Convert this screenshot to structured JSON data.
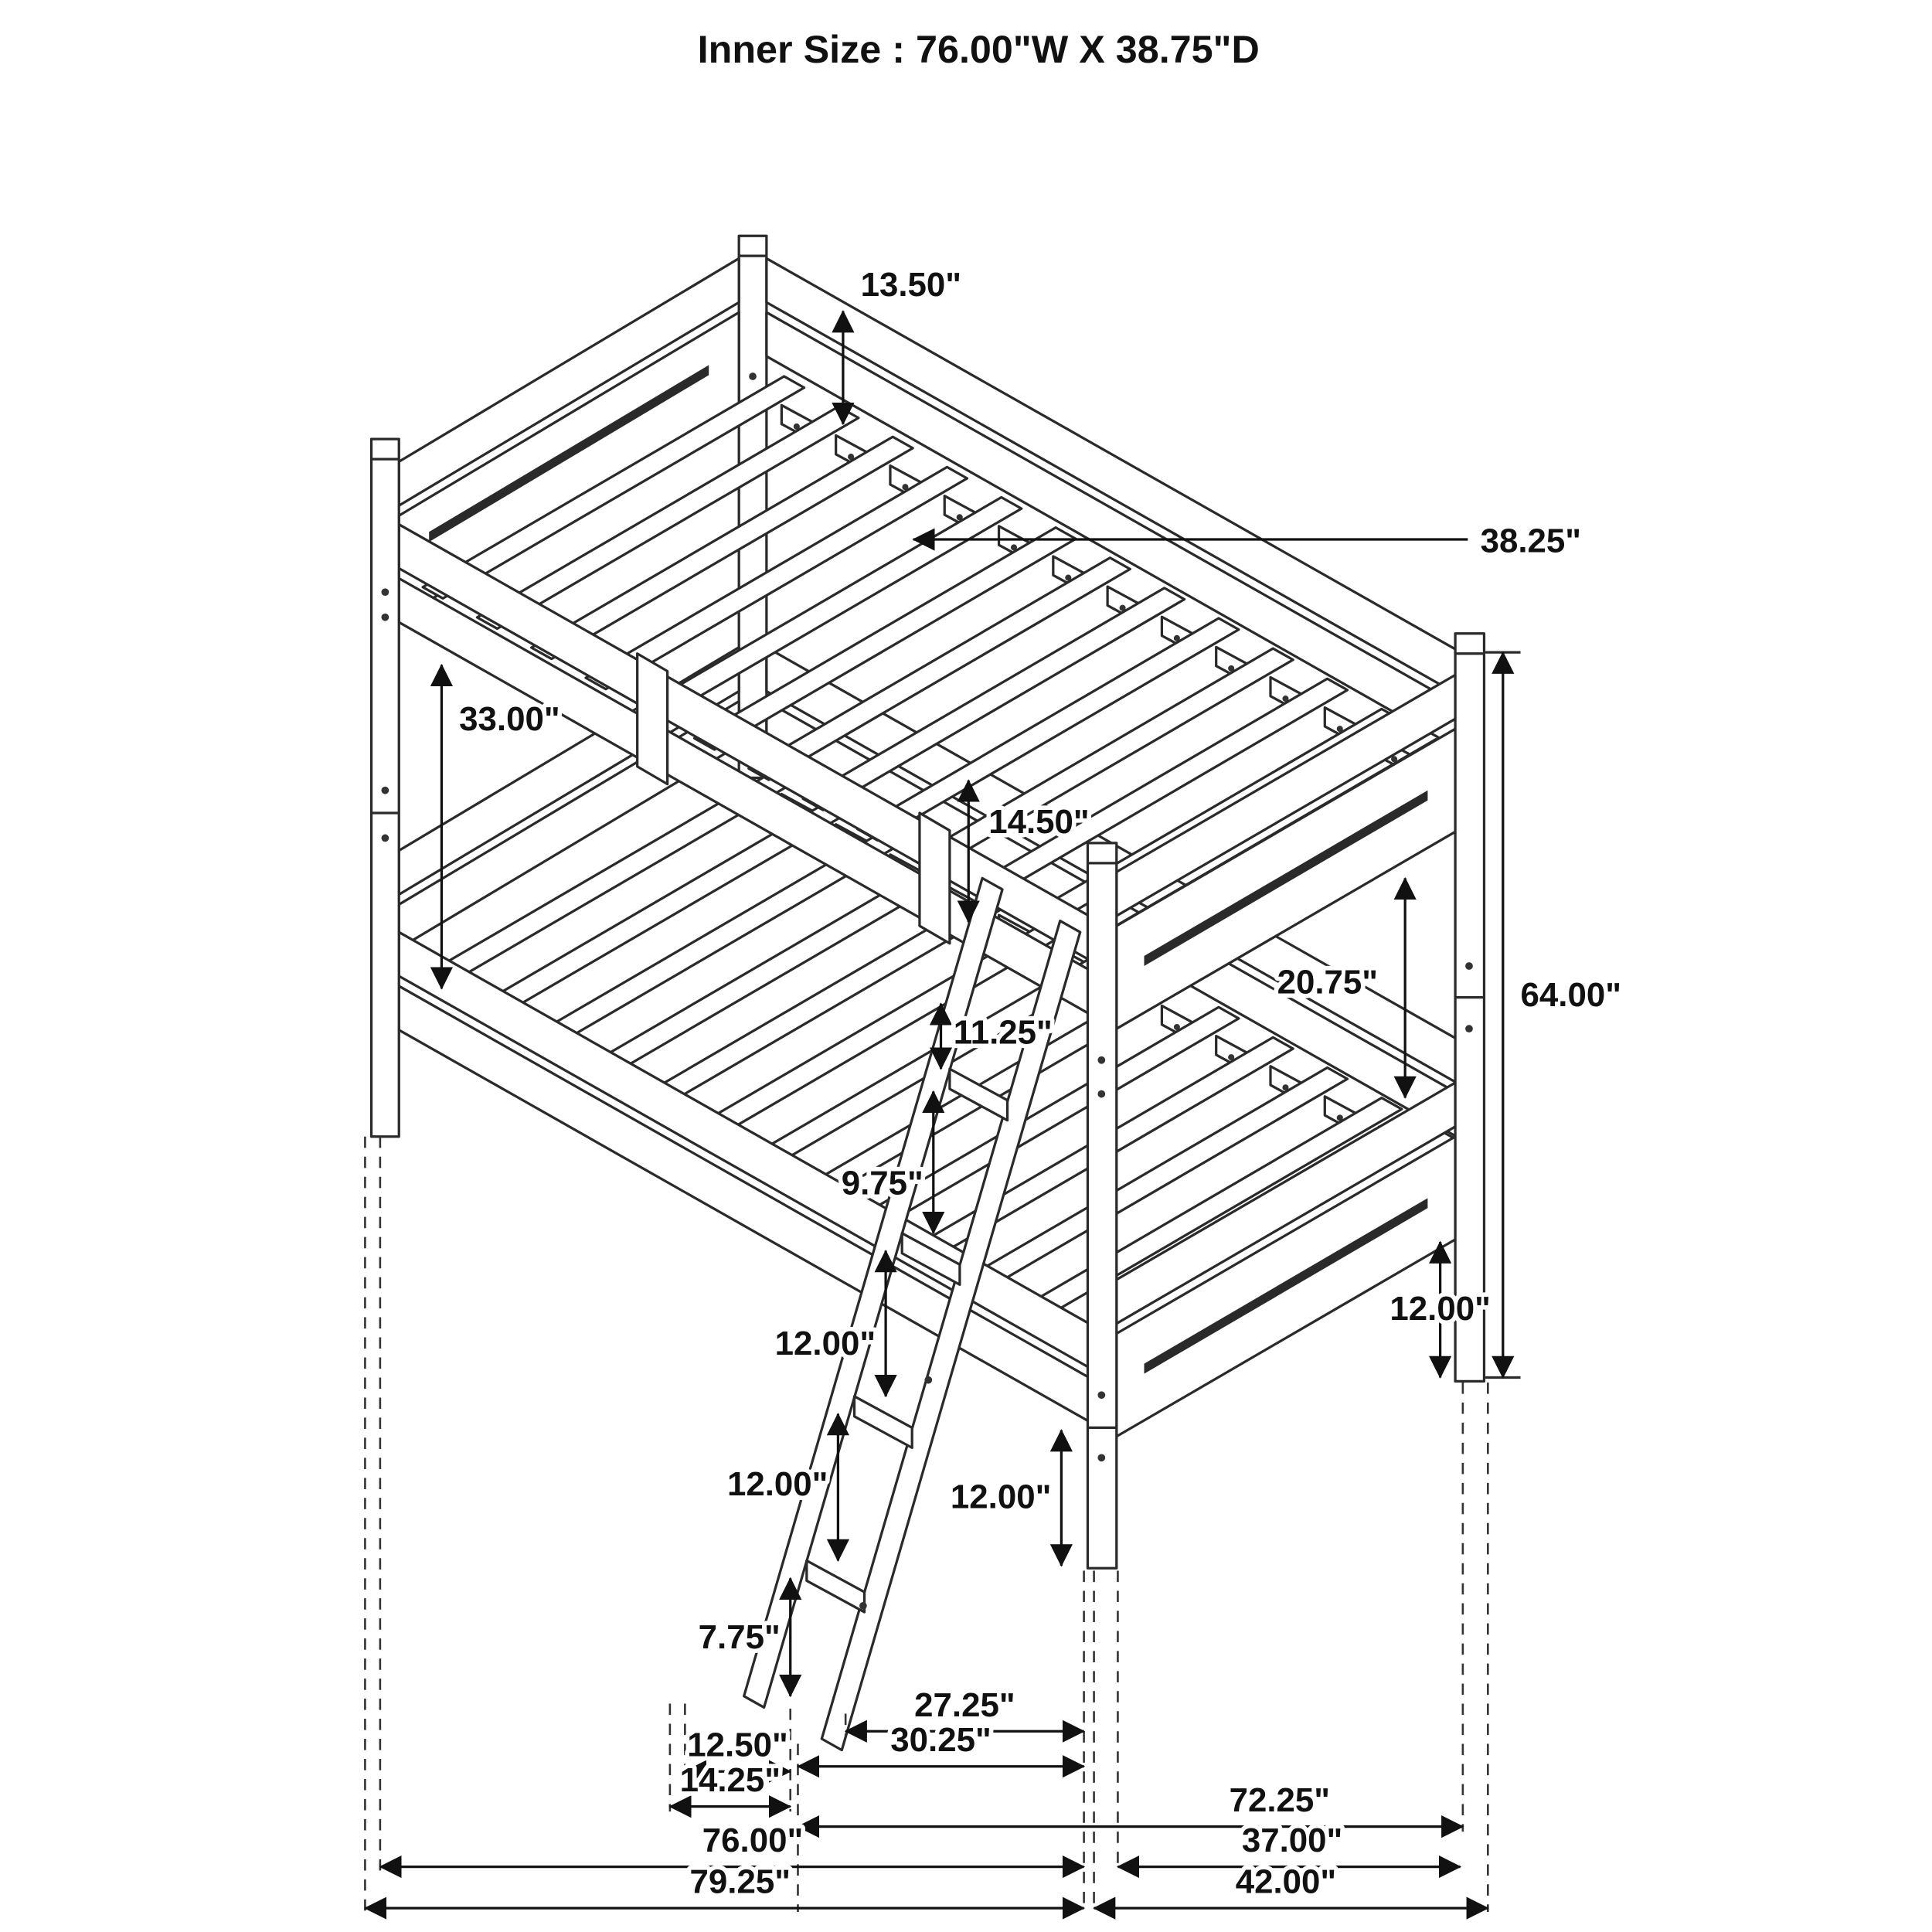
{
  "title": "Inner Size : 76.00\"W X 38.75\"D",
  "dims": {
    "d13_50": "13.50\"",
    "d38_25": "38.25\"",
    "d33_00": "33.00\"",
    "d14_50": "14.50\"",
    "d20_75": "20.75\"",
    "d64_00": "64.00\"",
    "d11_25": "11.25\"",
    "d9_75": "9.75\"",
    "d12_00_a": "12.00\"",
    "d12_00_b": "12.00\"",
    "d12_00_c": "12.00\"",
    "d12_00_d": "12.00\"",
    "d7_75": "7.75\"",
    "d27_25": "27.25\"",
    "d30_25": "30.25\"",
    "d12_50": "12.50\"",
    "d14_25": "14.25\"",
    "d72_25": "72.25\"",
    "d76_00": "76.00\"",
    "d37_00": "37.00\"",
    "d79_25": "79.25\"",
    "d42_00": "42.00\""
  }
}
